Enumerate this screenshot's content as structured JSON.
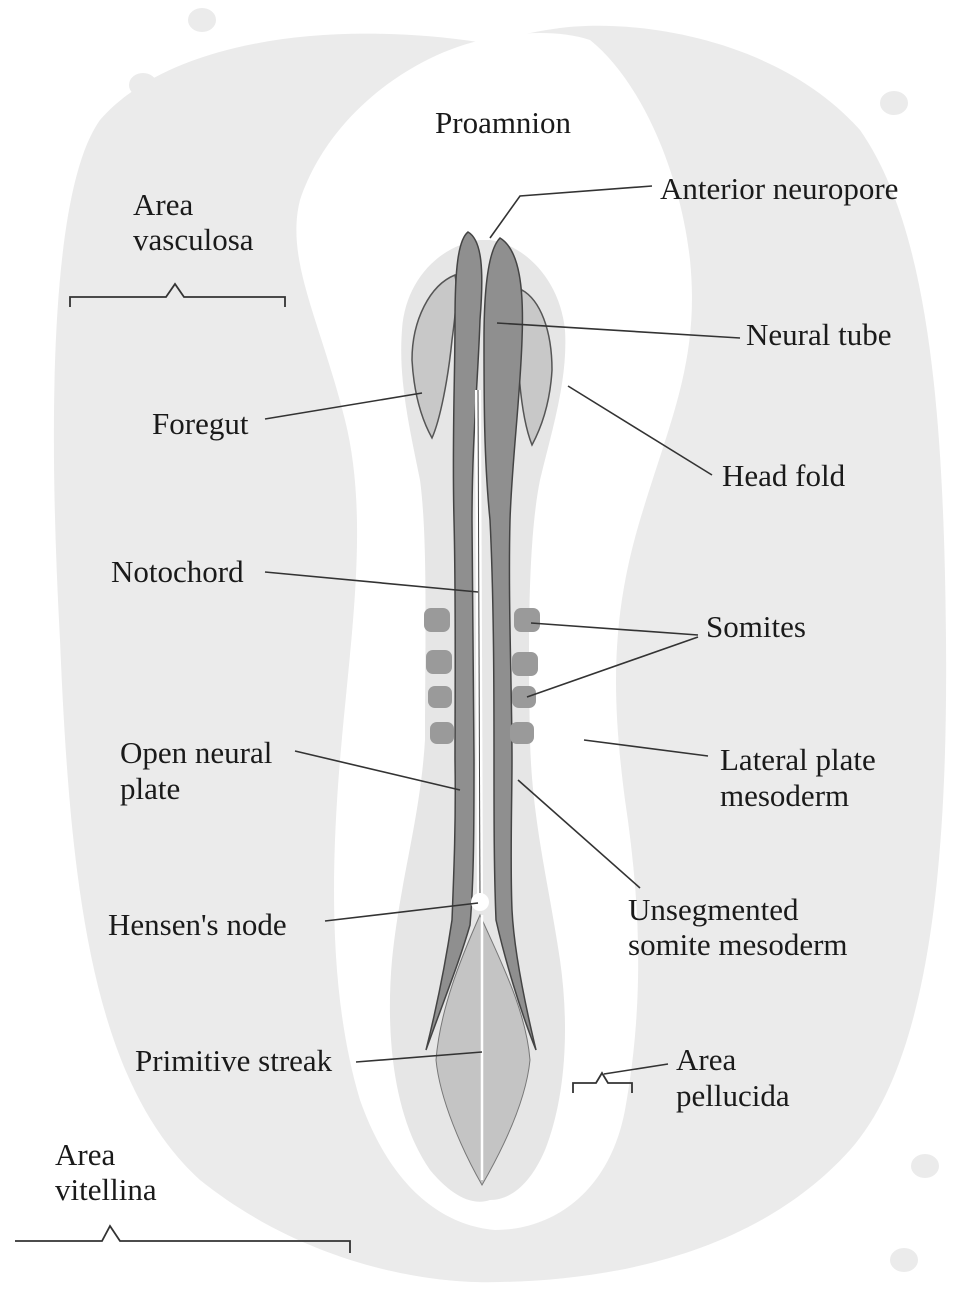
{
  "labels": {
    "proamnion": "Proamnion",
    "area_vasculosa": [
      "Area",
      "vasculosa"
    ],
    "anterior_neuropore": "Anterior neuropore",
    "neural_tube": "Neural tube",
    "foregut": "Foregut",
    "head_fold": "Head fold",
    "notochord": "Notochord",
    "somites": "Somites",
    "open_neural_plate": [
      "Open neural",
      "plate"
    ],
    "lateral_plate_mesoderm": [
      "Lateral plate",
      "mesoderm"
    ],
    "hensens_node": "Hensen's node",
    "unsegmented_somite_mesoderm": [
      "Unsegmented",
      "somite mesoderm"
    ],
    "primitive_streak": "Primitive streak",
    "area_pellucida": [
      "Area",
      "pellucida"
    ],
    "area_vitellina": [
      "Area",
      "vitellina"
    ]
  },
  "colors": {
    "background": "#ffffff",
    "area_vitellina_fill": "#ebebeb",
    "area_pellucida_fill": "#e6e6e6",
    "foregut_fill": "#c8c8c8",
    "neural_tube_fill": "#8f8f8f",
    "streak_fill": "#c4c4c4",
    "somite_fill": "#9a9a9a",
    "leader_line": "#333333",
    "text": "#1a1a1a"
  }
}
